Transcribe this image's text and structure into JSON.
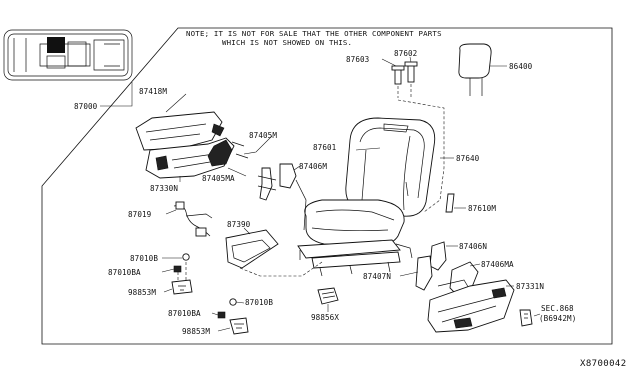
{
  "diagram": {
    "note_line_1": "NOTE; IT IS NOT FOR SALE THAT THE OTHER COMPONENT PARTS",
    "note_line_2": "WHICH IS NOT SHOWED ON THIS.",
    "reference_code": "X8700042",
    "labels": {
      "p87000": "87000",
      "p87418m": "87418M",
      "p87330n": "87330N",
      "p87405m": "87405M",
      "p87405ma": "87405MA",
      "p87406m": "87406M",
      "p87603": "87603",
      "p87602": "87602",
      "p86400": "86400",
      "p87601": "87601",
      "p87640": "87640",
      "p87610m": "87610M",
      "p87019": "87019",
      "p87390": "87390",
      "p87010b_a": "87010B",
      "p87010ba_a": "87010BA",
      "p98853m_a": "98853M",
      "p87406n": "87406N",
      "p87406ma": "87406MA",
      "p87407n": "87407N",
      "p87331n": "87331N",
      "p98856x": "98856X",
      "p87010ba_b": "87010BA",
      "p87010b_b": "87010B",
      "p98853m_b": "98853M",
      "sec868": "SEC.868",
      "sec868_sub": "(B6942M)"
    }
  }
}
